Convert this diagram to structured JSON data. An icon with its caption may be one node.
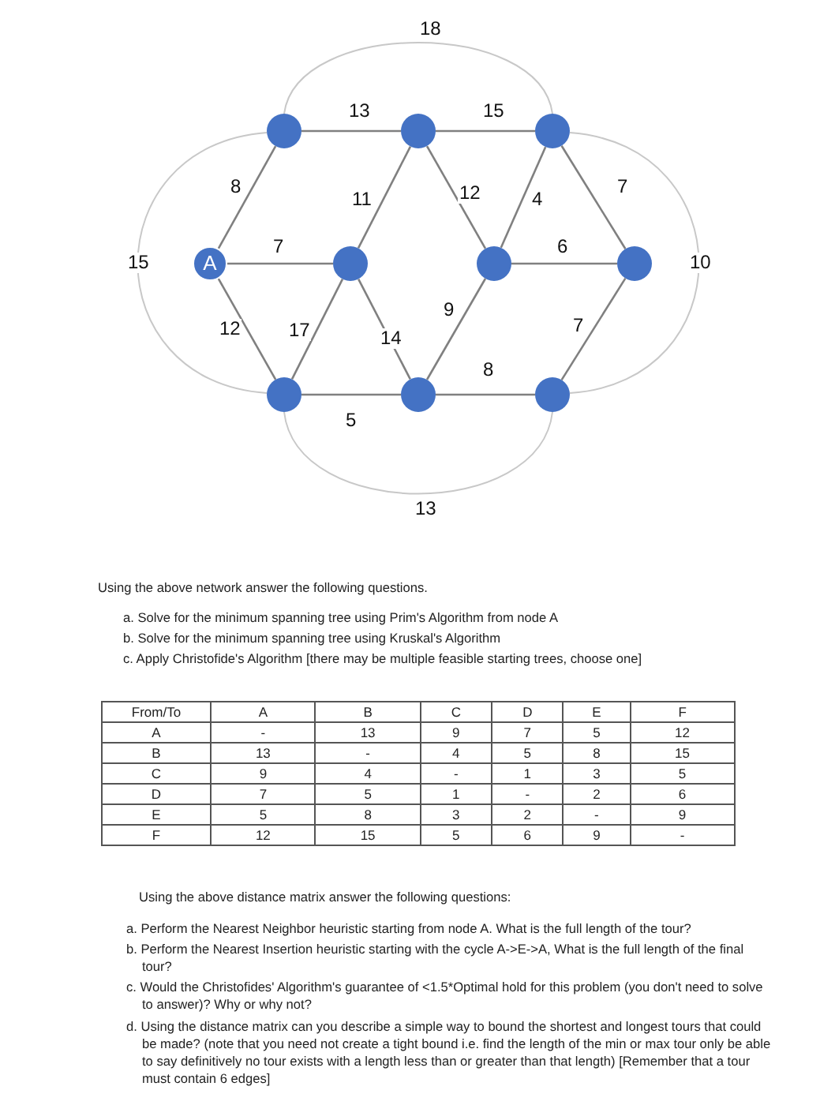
{
  "diagram": {
    "nodes": [
      {
        "text": [],
        "shape": "circle"
      },
      {
        "text": [],
        "shape": "circle"
      },
      {
        "text": [],
        "shape": "circle"
      },
      {
        "text": [
          "A"
        ]
      },
      {
        "text": [],
        "shape": "circle"
      },
      {
        "text": [],
        "shape": "circle"
      },
      {
        "text": [],
        "shape": "circle"
      },
      {
        "text": [],
        "shape": "circle"
      },
      {
        "text": [],
        "shape": "circle"
      },
      {
        "text": [],
        "shape": "circle"
      }
    ],
    "edges": [
      {
        "from": 0,
        "to": 2,
        "arrow": "none",
        "label": "18"
      },
      {
        "from": 0,
        "to": 1,
        "arrow": "none",
        "label": "13"
      },
      {
        "from": 1,
        "to": 2,
        "arrow": "none",
        "label": "15"
      },
      {
        "from": 0,
        "to": 7,
        "arrow": "none",
        "label": "15"
      },
      {
        "from": 0,
        "to": 3,
        "arrow": "none",
        "label": "8"
      },
      {
        "from": 1,
        "to": 4,
        "arrow": "none",
        "label": "11"
      },
      {
        "from": 1,
        "to": 5,
        "arrow": "none",
        "label": "12"
      },
      {
        "from": 2,
        "to": 5,
        "arrow": "none",
        "label": "4"
      },
      {
        "from": 2,
        "to": 6,
        "arrow": "none",
        "label": "7"
      },
      {
        "from": 2,
        "to": 9,
        "arrow": "none",
        "label": "10"
      },
      {
        "from": 3,
        "to": 4,
        "arrow": "none",
        "label": "7"
      },
      {
        "from": 5,
        "to": 6,
        "arrow": "none",
        "label": "6"
      },
      {
        "from": 3,
        "to": 7,
        "arrow": "none",
        "label": "12"
      },
      {
        "from": 4,
        "to": 7,
        "arrow": "none",
        "label": "17"
      },
      {
        "from": 4,
        "to": 8,
        "arrow": "none",
        "label": "14"
      },
      {
        "from": 5,
        "to": 8,
        "arrow": "none",
        "label": "9"
      },
      {
        "from": 6,
        "to": 9,
        "arrow": "none",
        "label": "7"
      },
      {
        "from": 7,
        "to": 8,
        "arrow": "none",
        "label": "5"
      },
      {
        "from": 8,
        "to": 9,
        "arrow": "none",
        "label": "8"
      },
      {
        "from": 7,
        "to": 9,
        "arrow": "none",
        "label": "13"
      }
    ],
    "labels": [
      "Using the above network answer the following questions.",
      "a. Solve for the minimum spanning tree using Prim's Algorithm from node A",
      "b. Solve for the minimum spanning tree using Kruskal's Algorithm",
      "c. Apply Christofide's Algorithm [there may be multiple feasible starting trees, choose one]",
      "From/To",
      "A",
      "B",
      "C",
      "D",
      "E",
      "F",
      "A",
      "-",
      "13",
      "9",
      "7",
      "5",
      "12",
      "B",
      "13",
      "-",
      "4",
      "5",
      "8",
      "15",
      "C",
      "9",
      "4",
      "-",
      "1",
      "3",
      "5",
      "D",
      "7",
      "5",
      "1",
      "-",
      "2",
      "6",
      "E",
      "5",
      "8",
      "3",
      "2",
      "-",
      "9",
      "F",
      "12",
      "15",
      "5",
      "6",
      "9",
      "-",
      "Using the above distance matrix answer the following questions:",
      "a. Perform the Nearest Neighbor heuristic starting from node A. What is the full length of the tour?",
      "b. Perform the Nearest Insertion heuristic starting with the cycle A->E->A, What is the full length of the final tour?",
      "c. Would the Christofides' Algorithm's guarantee of <1.5*Optimal hold for this problem (you don't need to solve to answer)? Why or why not?",
      "d. Using the distance matrix can you describe a simple way to bound the shortest and longest tours that could be made? (note that you need not create a tight bound i.e. find the length of the min or max tour only be able to say definitively no tour exists with a length less than or greater than that length) [Remember that a tour must contain 6 edges]"
    ]
  }
}
